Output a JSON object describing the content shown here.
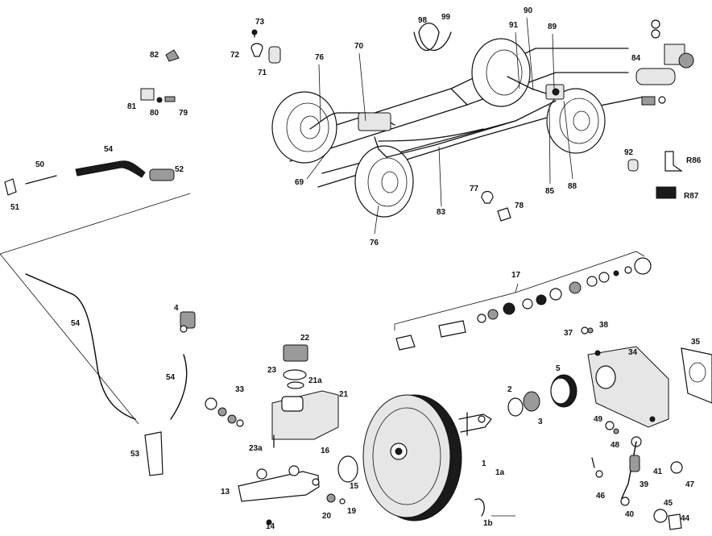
{
  "labels": {
    "l73": "73",
    "l72": "72",
    "l71": "71",
    "l76a": "76",
    "l70": "70",
    "l98": "98",
    "l99": "99",
    "l90": "90",
    "l91": "91",
    "l89": "89",
    "l84": "84",
    "l82": "82",
    "l81": "81",
    "l80": "80",
    "l79": "79",
    "l69": "69",
    "l83": "83",
    "l76b": "76",
    "l85": "85",
    "l88": "88",
    "l92": "92",
    "lR86": "R86",
    "lR87": "R87",
    "l77": "77",
    "l78": "78",
    "l54a": "54",
    "l50": "50",
    "l52": "52",
    "l51": "51",
    "l17": "17",
    "l4": "4",
    "l54b": "54",
    "l54c": "54",
    "l53": "53",
    "l22": "22",
    "l23": "23",
    "l21a": "21a",
    "l21": "21",
    "l23a": "23a",
    "l33": "33",
    "l16": "16",
    "l15": "15",
    "l13": "13",
    "l20": "20",
    "l19": "19",
    "l14": "14",
    "l2": "2",
    "l3": "3",
    "l5": "5",
    "l37": "37",
    "l38": "38",
    "l34": "34",
    "l35": "35",
    "l49": "49",
    "l48": "48",
    "l41": "41",
    "l47": "47",
    "l39": "39",
    "l46": "46",
    "l45": "45",
    "l40": "40",
    "l44": "44",
    "l1": "1",
    "l1a": "1a",
    "l1b": "1b"
  }
}
